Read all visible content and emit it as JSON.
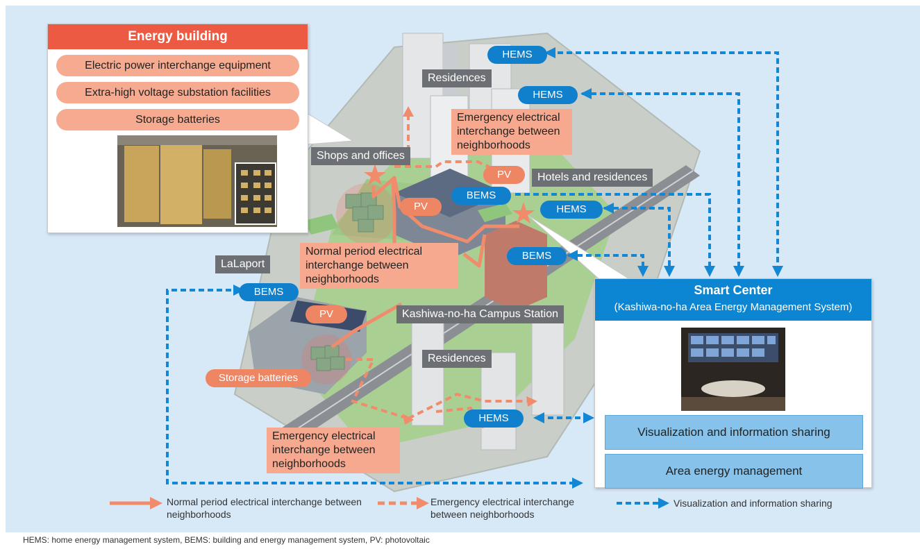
{
  "energy_building": {
    "title": "Energy building",
    "items": [
      "Electric power interchange equipment",
      "Extra-high voltage substation facilities",
      "Storage batteries"
    ]
  },
  "labels": {
    "residences_top": "Residences",
    "shops_offices": "Shops and offices",
    "hotels_residences": "Hotels and residences",
    "lalaport": "LaLaport",
    "station": "Kashiwa-no-ha Campus Station",
    "residences_bottom": "Residences",
    "storage_batteries": "Storage batteries"
  },
  "annotations": {
    "emergency_top": "Emergency electrical interchange between neighborhoods",
    "normal_mid": "Normal period electrical interchange between neighborhoods",
    "emergency_bottom": "Emergency electrical interchange between neighborhoods"
  },
  "tags": {
    "hems": "HEMS",
    "bems": "BEMS",
    "pv": "PV"
  },
  "smart_center": {
    "title": "Smart Center",
    "subtitle": "(Kashiwa-no-ha Area Energy Management System)",
    "boxes": [
      "Visualization and information sharing",
      "Area energy management"
    ]
  },
  "legend": {
    "normal": "Normal period electrical interchange between neighborhoods",
    "emergency": "Emergency electrical interchange between neighborhoods",
    "visualization": "Visualization and information sharing"
  },
  "colors": {
    "background": "#d7e8f6",
    "orange_solid": "#f08c6c",
    "blue_dotted": "#1386d4",
    "header_red": "#ec5a43",
    "header_blue": "#0c86d2"
  },
  "footer": "HEMS: home energy management system, BEMS: building and energy management system, PV: photovoltaic"
}
